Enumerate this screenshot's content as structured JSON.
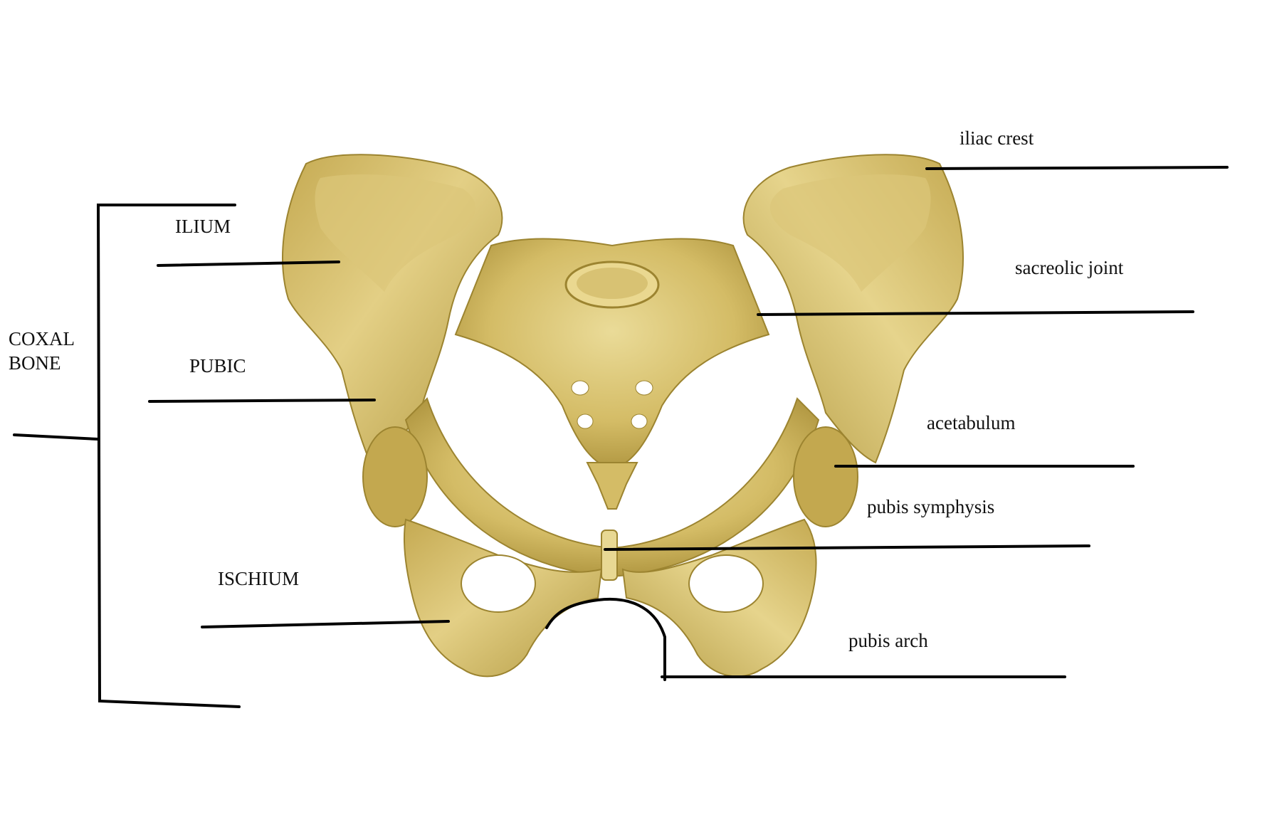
{
  "diagram": {
    "labels": {
      "ilium": "ILIUM",
      "pubic": "PUBIC",
      "coxal_bone": "COXAL\nBONE",
      "ischium": "ISCHIUM",
      "iliac_crest": "iliac crest",
      "sacroiliac_joint": "sacreolic joint",
      "acetabulum": "acetabulum",
      "pubis_symphysis": "pubis symphysis",
      "pubis_arch": "pubis arch"
    },
    "colors": {
      "bone_light": "#e6d38a",
      "bone_mid": "#cdb25a",
      "bone_dark": "#9c8430",
      "leader_line": "#000000",
      "background": "#ffffff"
    }
  }
}
